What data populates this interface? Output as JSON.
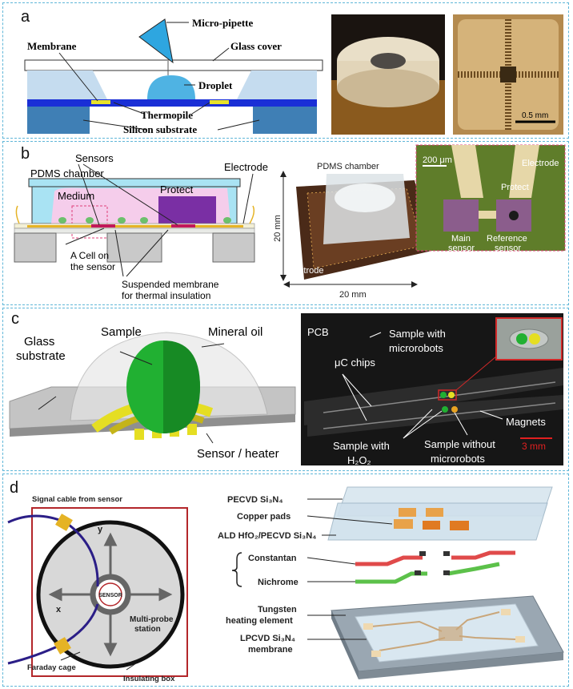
{
  "panel_a": {
    "label": "a",
    "micro_pipette": "Micro-pipette",
    "glass_cover": "Glass cover",
    "membrane": "Membrane",
    "droplet": "Droplet",
    "thermopile": "Thermopile",
    "silicon_substrate": "Silicon substrate",
    "scale_bar": "0.5 mm"
  },
  "panel_b": {
    "label": "b",
    "sensors": "Sensors",
    "electrode": "Electrode",
    "pdms_chamber": "PDMS chamber",
    "medium": "Medium",
    "protect": "Protect",
    "cell_on_sensor_1": "A Cell on",
    "cell_on_sensor_2": "the sensor",
    "suspended_1": "Suspended membrane",
    "suspended_2": "for thermal insulation",
    "photo_pdms": "PDMS chamber",
    "photo_electrode": "Electrode",
    "dim_height": "20 mm",
    "dim_width": "20 mm",
    "inset_scale": "200 μm",
    "inset_electrode": "Electrode",
    "inset_protect": "Protect",
    "main_sensor_1": "Main",
    "main_sensor_2": "sensor",
    "ref_sensor_1": "Reference",
    "ref_sensor_2": "sensor"
  },
  "panel_c": {
    "label": "c",
    "glass_1": "Glass",
    "glass_2": "substrate",
    "sample": "Sample",
    "mineral_oil": "Mineral oil",
    "sensor_heater": "Sensor / heater",
    "pcb": "PCB",
    "uc_chips": "μC chips",
    "with_robots_1": "Sample with",
    "with_robots_2": "microrobots",
    "with_h2o2_1": "Sample with",
    "with_h2o2_2": "H₂O₂",
    "magnets": "Magnets",
    "without_1": "Sample without",
    "without_2": "microrobots",
    "scale": "3 mm"
  },
  "panel_d": {
    "label": "d",
    "signal_cable": "Signal cable from sensor",
    "axis_y": "y",
    "axis_x": "x",
    "sensor": "SENSOR",
    "multi_probe_1": "Multi-probe",
    "multi_probe_2": "station",
    "faraday_cage": "Faraday cage",
    "insulating_box": "Insulating box",
    "layers": [
      "PECVD Si₃N₄",
      "Copper pads",
      "ALD HfO₂/PECVD Si₃N₄",
      "Constantan",
      "Nichrome",
      "Tungsten",
      "heating element",
      "LPCVD Si₃N₄",
      "membrane"
    ]
  },
  "colors": {
    "panel_border": "#5fb6d8",
    "membrane_blue": "#1a2fd6",
    "substrate": "#3f7fb5",
    "droplet": "#4fb3e3",
    "thermopile": "#e8e22a",
    "pdms": "#a9e3f3",
    "medium": "#f5cdeb",
    "protect": "#7a2fa4",
    "sample_green": "#21b032",
    "sensor_yellow": "#e5de22",
    "box_red": "#b3262a",
    "cable_navy": "#2b1e87"
  }
}
